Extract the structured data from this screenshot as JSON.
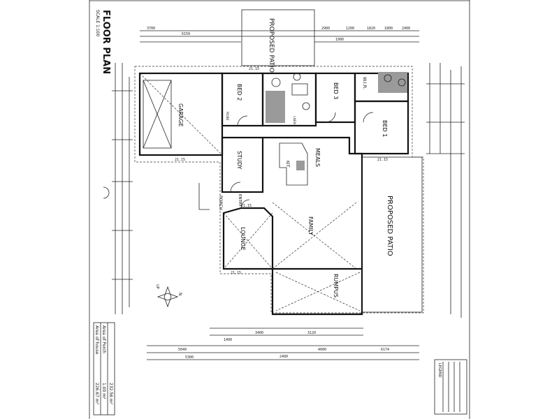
{
  "title": {
    "heading": "FLOOR PLAN",
    "scale": "SCALE 1:100"
  },
  "rooms": {
    "proposed_patio_top": "PROPOSED PATIO",
    "garage": "GARAGE",
    "bed2": "BED 2",
    "bed3": "BED 3",
    "wir": "W.I.R.",
    "bed1": "BED 1",
    "study": "STUDY",
    "meals": "MEALS",
    "kit": "KIT",
    "porch": "PORCH",
    "entry": "ENTRY",
    "lounge": "LOUNGE",
    "family": "FAMILY",
    "rumpus": "RUMPUS",
    "proposed_patio_right": "PROPOSED PATIO",
    "robe": "ROBE",
    "linen": "LNEN"
  },
  "areas": {
    "house_label": "Area of house",
    "house_value": "226.67 m²",
    "porch_label": "Area of Porch",
    "porch_value": "1.00 m²",
    "total_value": "232.56 m²"
  },
  "dimensions": {
    "top": [
      "3700",
      "6150",
      "2900",
      "1200",
      "1820",
      "1800",
      "2400",
      "1900"
    ],
    "bottom": [
      "5040",
      "3400",
      "1400",
      "3120",
      "4000",
      "2400",
      "6174"
    ],
    "bottom_total": "5300",
    "levels": [
      "21.15",
      "21.15",
      "21.15",
      "21.15",
      "21.15"
    ]
  },
  "legend": {
    "title": "LEGEND"
  },
  "north": {
    "up": "UP",
    "label": "N"
  }
}
